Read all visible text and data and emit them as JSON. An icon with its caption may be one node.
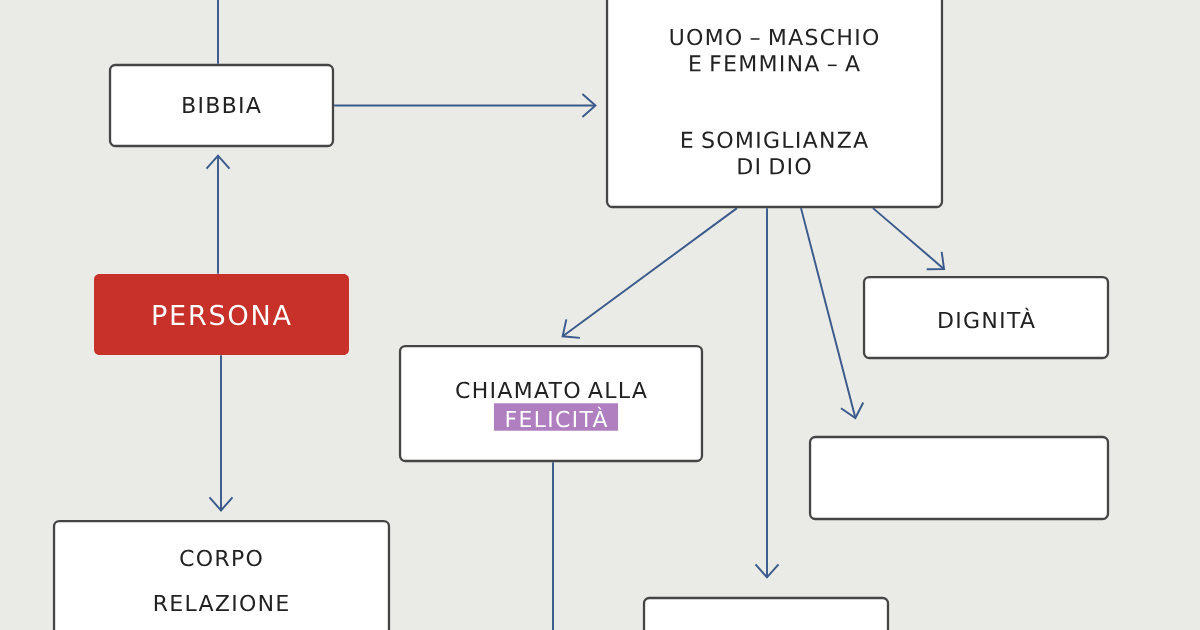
{
  "diagram": {
    "nodes": [
      {
        "text": [
          "BIBBIA"
        ]
      },
      {
        "text": [
          "UOMO – MASCHIO E FEMMINA – A",
          "E SOMIGLIANZA DI DIO"
        ]
      },
      {
        "text": [
          "PERSONA"
        ]
      },
      {
        "text": [
          "DIGNITÀ"
        ]
      },
      {
        "text": [
          "CHIAMATO ALLA",
          "FELICITÀ"
        ]
      },
      {
        "text": [],
        "shape": "box"
      },
      {
        "text": [
          "CORPO",
          "RELAZIONE"
        ]
      },
      {
        "text": [],
        "shape": "box"
      }
    ],
    "edges": [
      {
        "from": null,
        "to": 0,
        "arrow": "none"
      },
      {
        "from": 0,
        "to": 1,
        "arrow": "to"
      },
      {
        "from": 2,
        "to": 0,
        "arrow": "to"
      },
      {
        "from": 2,
        "to": 6,
        "arrow": "to"
      },
      {
        "from": 1,
        "to": 4,
        "arrow": "to"
      },
      {
        "from": 1,
        "to": 7,
        "arrow": "to"
      },
      {
        "from": 1,
        "to": 5,
        "arrow": "to"
      },
      {
        "from": 1,
        "to": 3,
        "arrow": "to"
      },
      {
        "from": 4,
        "to": null,
        "arrow": "none"
      }
    ]
  }
}
